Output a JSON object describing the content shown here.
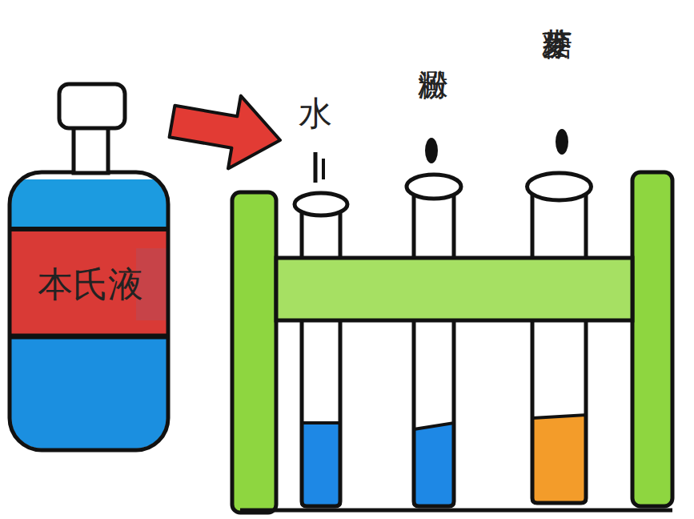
{
  "diagram": {
    "nodes": [
      {
        "text": [
          "本氏液"
        ]
      },
      {
        "text": [
          "水"
        ]
      },
      {
        "text": [
          "澱粉"
        ]
      },
      {
        "text": [
          "麥芽糖"
        ]
      }
    ],
    "edges": [
      {
        "from": 0,
        "to": 1,
        "arrow": "to"
      }
    ]
  }
}
